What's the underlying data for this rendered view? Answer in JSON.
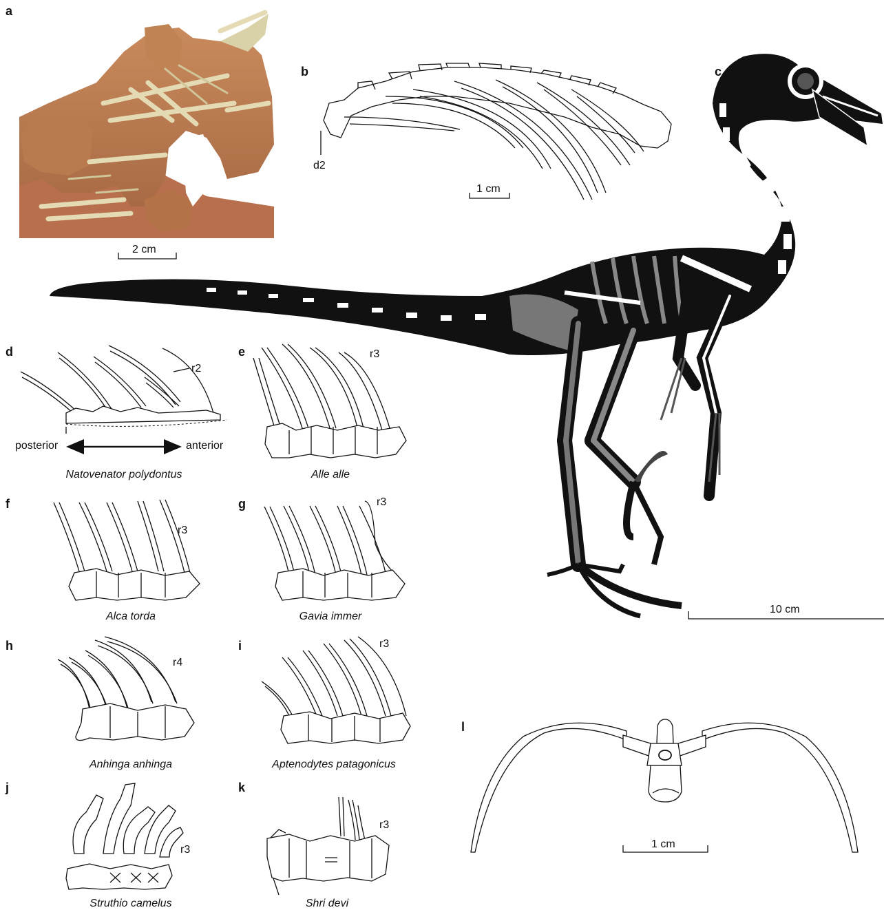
{
  "panels": {
    "a": {
      "letter": "a",
      "scale_label": "2 cm"
    },
    "b": {
      "letter": "b",
      "vertebra_label": "d2",
      "scale_label": "1 cm"
    },
    "c": {
      "letter": "c",
      "scale_label": "10 cm"
    },
    "d": {
      "letter": "d",
      "rib_label": "r2",
      "direction_left": "posterior",
      "direction_right": "anterior",
      "caption": "Natovenator polydontus"
    },
    "e": {
      "letter": "e",
      "rib_label": "r3",
      "caption": "Alle alle"
    },
    "f": {
      "letter": "f",
      "rib_label": "r3",
      "caption": "Alca torda"
    },
    "g": {
      "letter": "g",
      "rib_label": "r3",
      "caption": "Gavia immer"
    },
    "h": {
      "letter": "h",
      "rib_label": "r4",
      "caption": "Anhinga anhinga"
    },
    "i": {
      "letter": "i",
      "rib_label": "r3",
      "caption": "Aptenodytes patagonicus"
    },
    "j": {
      "letter": "j",
      "rib_label": "r3",
      "caption": "Struthio camelus"
    },
    "k": {
      "letter": "k",
      "rib_label": "r3",
      "caption": "Shri devi"
    },
    "l": {
      "letter": "l",
      "scale_label": "1 cm"
    }
  },
  "colors": {
    "rock": "#b8734a",
    "bone_fossil": "#e8e2c0",
    "skeleton_dark": "#111111",
    "skeleton_grey": "#777777"
  }
}
